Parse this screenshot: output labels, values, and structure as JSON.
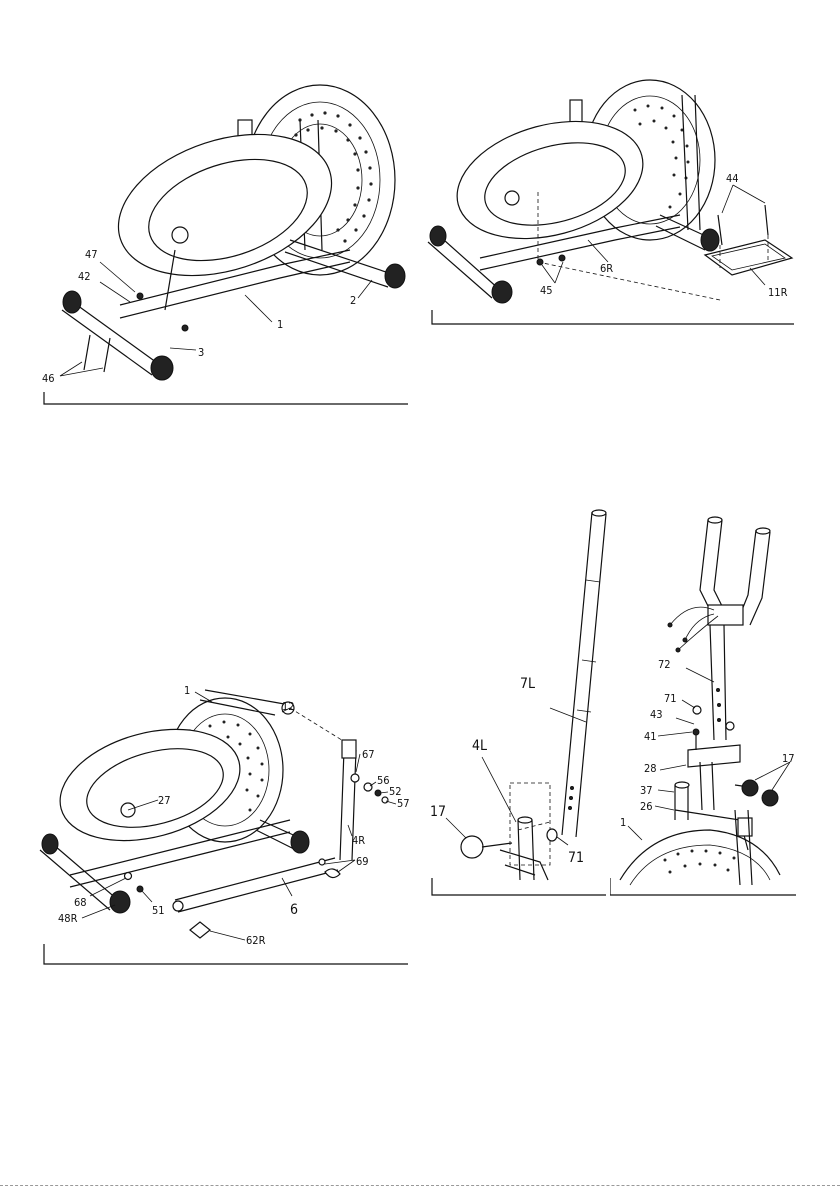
{
  "step1": {
    "labels": [
      "47",
      "42",
      "46",
      "3",
      "1",
      "2"
    ]
  },
  "step2": {
    "labels": [
      "44",
      "45",
      "6R",
      "11R"
    ]
  },
  "step3": {
    "labels": [
      "1",
      "12",
      "27",
      "67",
      "56",
      "52",
      "57",
      "4R",
      "69",
      "68",
      "48R",
      "51",
      "6",
      "62R"
    ]
  },
  "step4": {
    "labels": [
      "7L",
      "4L",
      "17",
      "71",
      "72",
      "71",
      "43",
      "41",
      "28",
      "37",
      "26",
      "1",
      "17"
    ]
  }
}
